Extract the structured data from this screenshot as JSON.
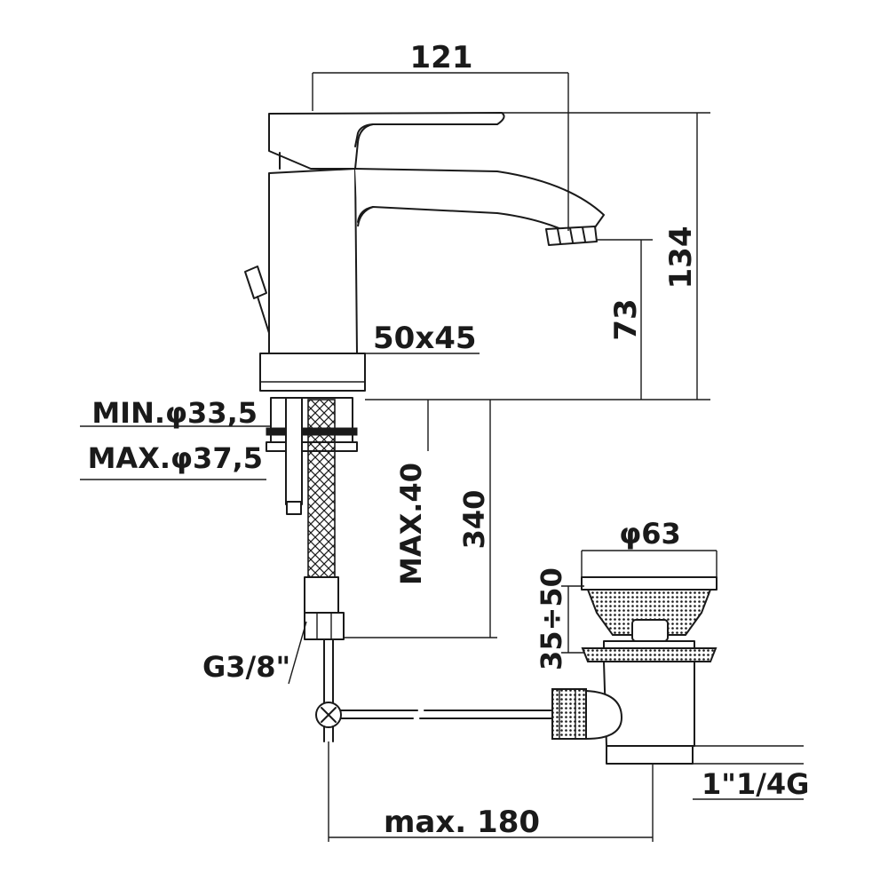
{
  "dimensions": {
    "spout_reach": "121",
    "total_height": "134",
    "outlet_height": "73",
    "base_size": "50x45",
    "hole_min": "MIN.φ33,5",
    "hole_max": "MAX.φ37,5",
    "deck_max": "MAX.40",
    "hose_length": "340",
    "waste_diameter": "φ63",
    "waste_range": "35÷50",
    "connection": "G3/8\"",
    "waste_thread": "1\"1/4G",
    "rod_max": "max. 180"
  }
}
